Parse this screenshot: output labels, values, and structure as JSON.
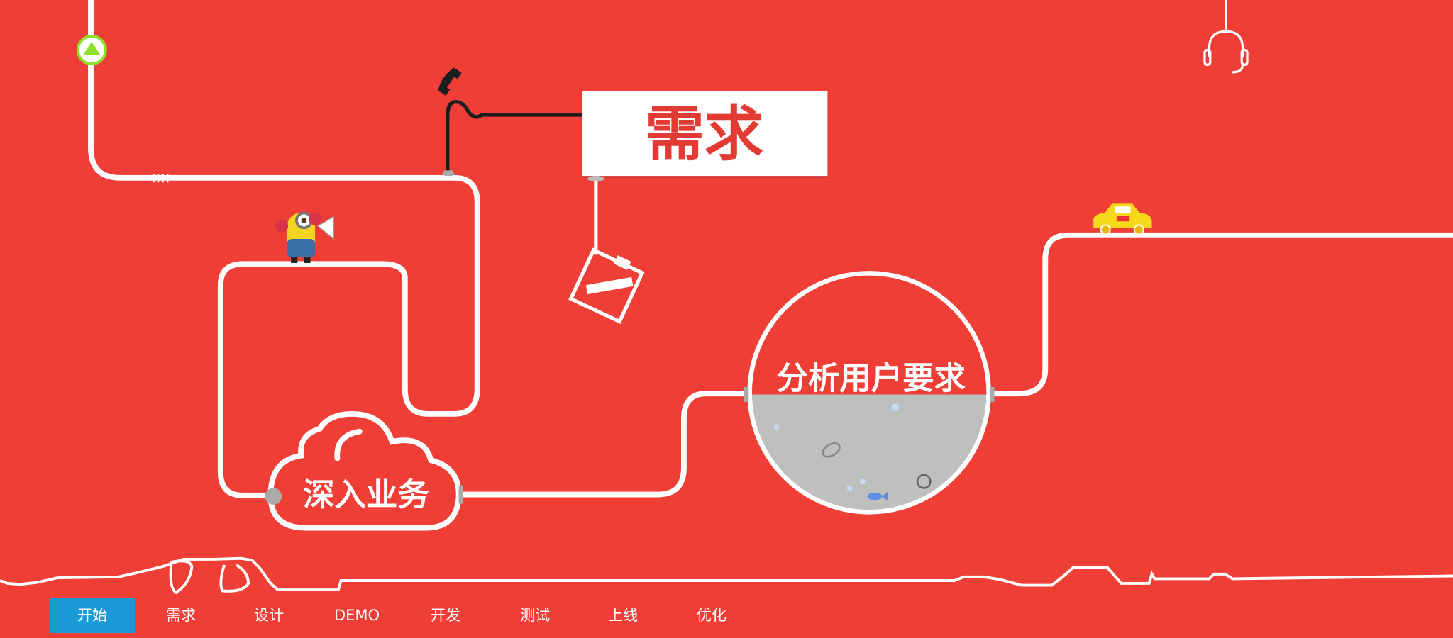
{
  "scene": {
    "sign_title": "需求",
    "circle_label": "分析用户要求",
    "cloud_label": "深入业务"
  },
  "nav": {
    "active_index": 0,
    "items": [
      {
        "label": "开始"
      },
      {
        "label": "需求"
      },
      {
        "label": "设计"
      },
      {
        "label": "DEMO"
      },
      {
        "label": "开发"
      },
      {
        "label": "测试"
      },
      {
        "label": "上线"
      },
      {
        "label": "优化"
      }
    ]
  },
  "colors": {
    "background": "#ef3e35",
    "accent_active": "#1a9ad6",
    "sign_text": "#e23b33",
    "water": "#bec0bd"
  }
}
